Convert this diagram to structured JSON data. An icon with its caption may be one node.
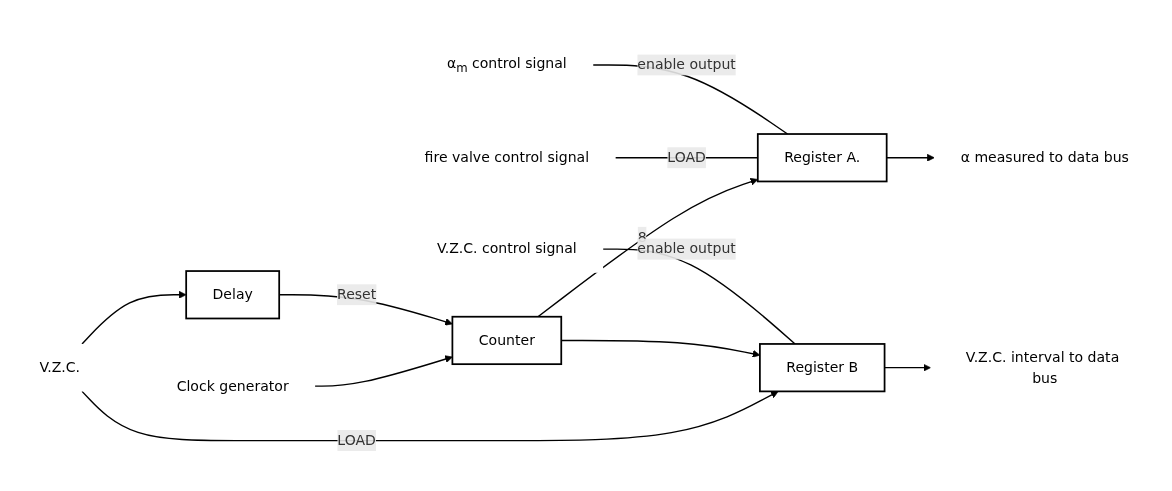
{
  "diagram": {
    "nodes": [
      {
        "text": [
          "Clock generator"
        ]
      },
      {
        "text": [
          "Counter"
        ]
      },
      {
        "text": [
          "Delay"
        ]
      },
      {
        "text": [
          "V.Z.C."
        ]
      },
      {
        "text": [
          "Register A."
        ]
      },
      {
        "text": [
          "Register B"
        ]
      },
      {
        "text": [
          "fire valve control signal"
        ]
      },
      {
        "text": [
          "α$_{m}$ control signal"
        ]
      },
      {
        "text": [
          "α measured to data bus"
        ]
      },
      {
        "text": [
          "V.Z.C. control signal"
        ]
      },
      {
        "text": [
          "V.Z.C. interval to data bus"
        ]
      }
    ],
    "edges": [
      {
        "from": 0,
        "to": 1,
        "arrow": "to"
      },
      {
        "from": 2,
        "to": 1,
        "arrow": "to",
        "label": "Reset"
      },
      {
        "from": 3,
        "to": 2,
        "arrow": "to"
      },
      {
        "from": 3,
        "to": 5,
        "arrow": "to",
        "label": "LOAD"
      },
      {
        "from": 1,
        "to": 4,
        "arrow": "to",
        "label": "8"
      },
      {
        "from": 1,
        "to": 5,
        "arrow": "to"
      },
      {
        "from": 6,
        "to": 4,
        "arrow": "none",
        "label": "LOAD"
      },
      {
        "from": 7,
        "to": 4,
        "arrow": "none",
        "label": "enable output"
      },
      {
        "from": 4,
        "to": 8,
        "arrow": "to"
      },
      {
        "from": 9,
        "to": 5,
        "arrow": "none",
        "label": "enable output"
      },
      {
        "from": 5,
        "to": 10,
        "arrow": "to"
      }
    ]
  }
}
